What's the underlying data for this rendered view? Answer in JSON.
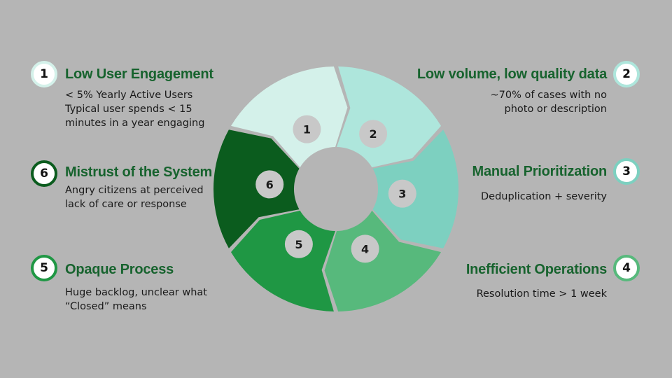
{
  "items": [
    {
      "number": "1",
      "title": "Low User Engagement",
      "description": "< 5% Yearly Active Users\nTypical user spends < 15\nminutes in a year engaging",
      "color": "#d4f1ea",
      "ring_color": "#d4f1ea"
    },
    {
      "number": "2",
      "title": "Low volume, low quality data",
      "description": "~70% of cases with no\nphoto or description",
      "color": "#aee6dc",
      "ring_color": "#aee6dc"
    },
    {
      "number": "3",
      "title": "Manual Prioritization",
      "description": "Deduplication + severity",
      "color": "#7dd0c0",
      "ring_color": "#7dd0c0"
    },
    {
      "number": "4",
      "title": "Inefficient Operations",
      "description": "Resolution time > 1 week",
      "color": "#57b97c",
      "ring_color": "#57b97c"
    },
    {
      "number": "5",
      "title": "Opaque Process",
      "description": "Huge backlog, unclear what\n“Closed” means",
      "color": "#1f9744",
      "ring_color": "#1f9744"
    },
    {
      "number": "6",
      "title": "Mistrust of the System",
      "description": "Angry citizens at perceived\nlack of care or response",
      "color": "#0b5c1e",
      "ring_color": "#0b5c1e"
    }
  ],
  "colors": {
    "background": "#b5b5b5",
    "title_text": "#17632e",
    "badge_fill": "#c8c8c8"
  }
}
